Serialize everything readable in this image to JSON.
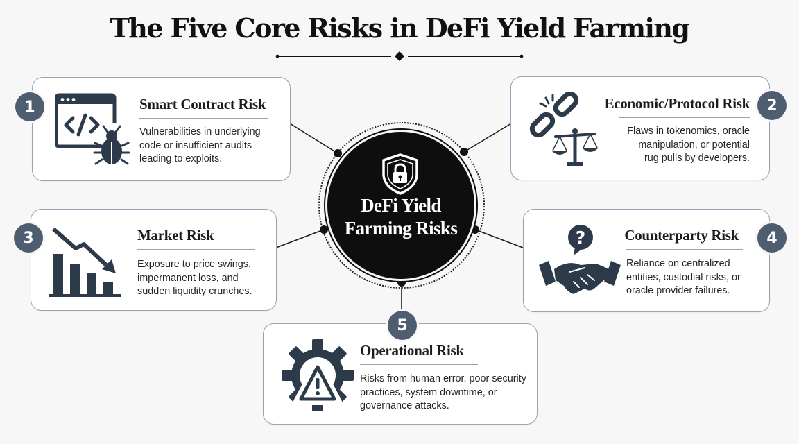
{
  "title": "The Five Core Risks in DeFi Yield Farming",
  "hub": {
    "line1": "DeFi Yield",
    "line2": "Farming Risks",
    "icon": "shield-lock-icon"
  },
  "risks": [
    {
      "number": "1",
      "title": "Smart Contract Risk",
      "icon": "code-window-bug-icon",
      "lines": [
        "Vulnerabilities in underlying",
        "code or insufficient audits",
        "leading to exploits."
      ]
    },
    {
      "number": "2",
      "title": "Economic/Protocol Risk",
      "icon": "broken-chain-scales-icon",
      "lines": [
        "Flaws in tokenomics, oracle",
        "manipulation, or potential",
        "rug pulls by developers."
      ]
    },
    {
      "number": "3",
      "title": "Market Risk",
      "icon": "declining-bar-chart-icon",
      "lines": [
        "Exposure to price swings,",
        "impermanent loss, and",
        "sudden liquidity crunches."
      ]
    },
    {
      "number": "4",
      "title": "Counterparty Risk",
      "icon": "handshake-question-icon",
      "lines": [
        "Reliance on centralized",
        "entities, custodial risks, or",
        "oracle provider failures."
      ]
    },
    {
      "number": "5",
      "title": "Operational Risk",
      "icon": "gear-warning-icon",
      "lines": [
        "Risks from human error, poor security",
        "practices, system downtime, or",
        "governance attacks."
      ]
    }
  ],
  "colors": {
    "badge": "#4e5e70",
    "card_border": "#98a3b5",
    "icon": "#2d3a4a",
    "hub": "#0e0e0e"
  }
}
